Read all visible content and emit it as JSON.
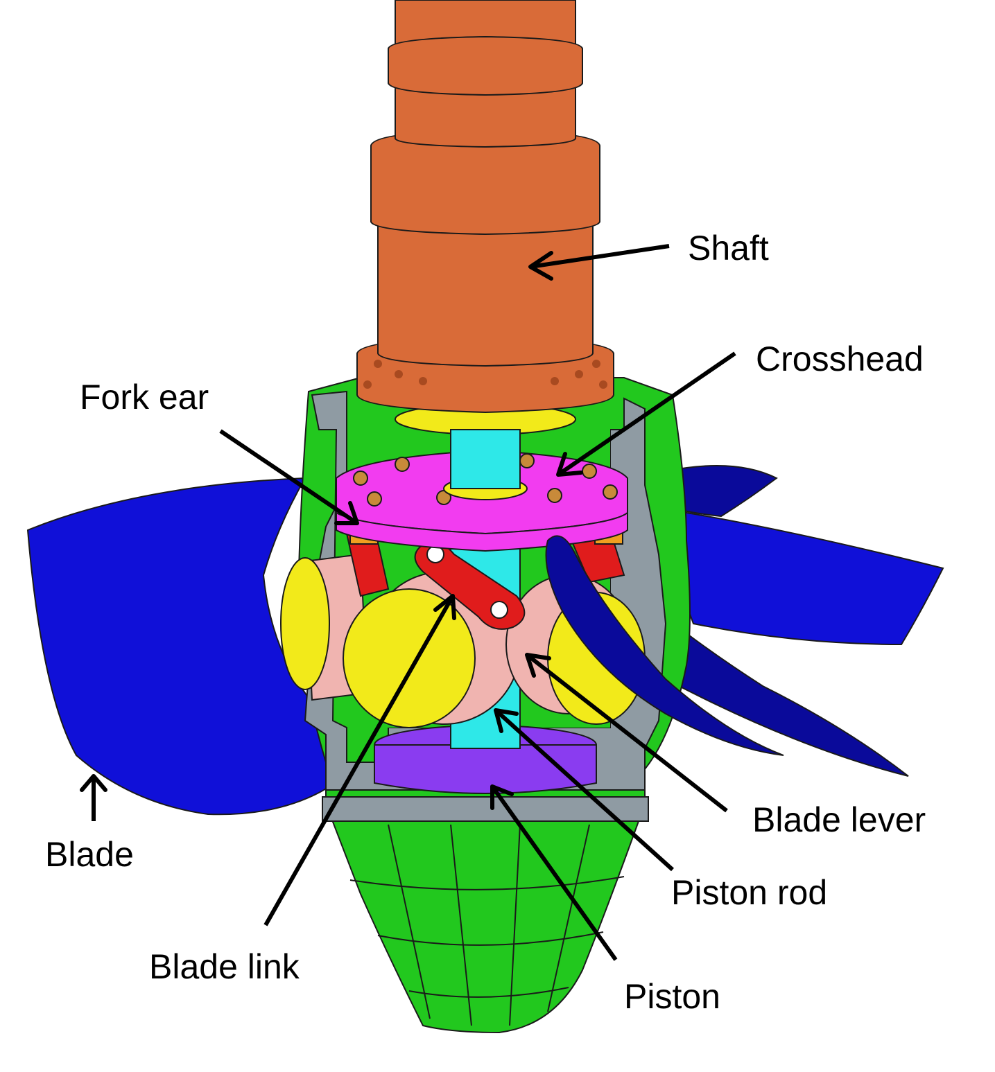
{
  "labels": {
    "shaft": "Shaft",
    "crosshead": "Crosshead",
    "fork_ear": "Fork ear",
    "blade": "Blade",
    "blade_lever": "Blade lever",
    "piston_rod": "Piston rod",
    "blade_link": "Blade link",
    "piston": "Piston"
  },
  "colors": {
    "shaft": "#d96b38",
    "crosshead": "#f23cf0",
    "blade": "#1010d8",
    "blade_dark": "#0a0a9a",
    "hub_casing": "#8f9ba3",
    "hub_green": "#22c81e",
    "piston_rod": "#2ee8e8",
    "piston": "#8a3cf0",
    "blade_link": "#e01c1c",
    "trunnion": "#f0b4b0",
    "trunnion_cap": "#f2ea1a",
    "fork_ear": "#f0a020"
  }
}
